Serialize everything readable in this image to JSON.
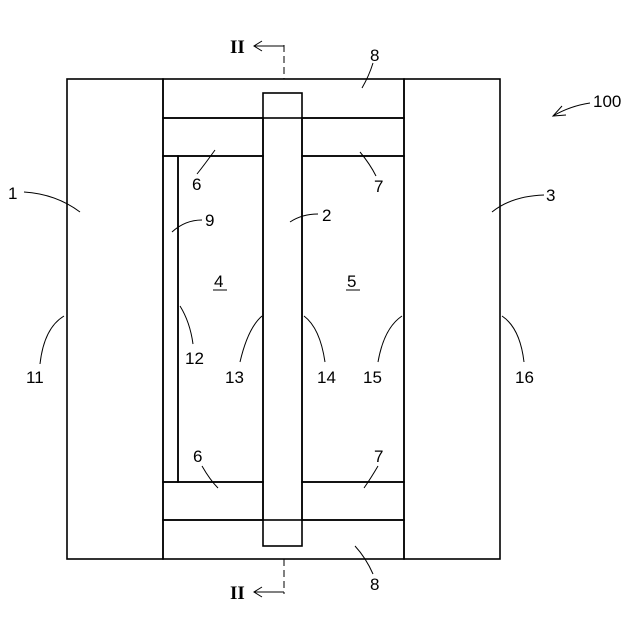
{
  "labels": {
    "assembly": "100",
    "section_top": "II",
    "section_bottom": "II",
    "n1": "1",
    "n2": "2",
    "n3": "3",
    "n4": "4",
    "n5": "5",
    "n6_top": "6",
    "n6_bottom": "6",
    "n7_top": "7",
    "n7_bottom": "7",
    "n8_top": "8",
    "n8_bottom": "8",
    "n9": "9",
    "n11": "11",
    "n12": "12",
    "n13": "13",
    "n14": "14",
    "n15": "15",
    "n16": "16"
  },
  "colors": {
    "line": "#000000",
    "background": "#ffffff"
  }
}
